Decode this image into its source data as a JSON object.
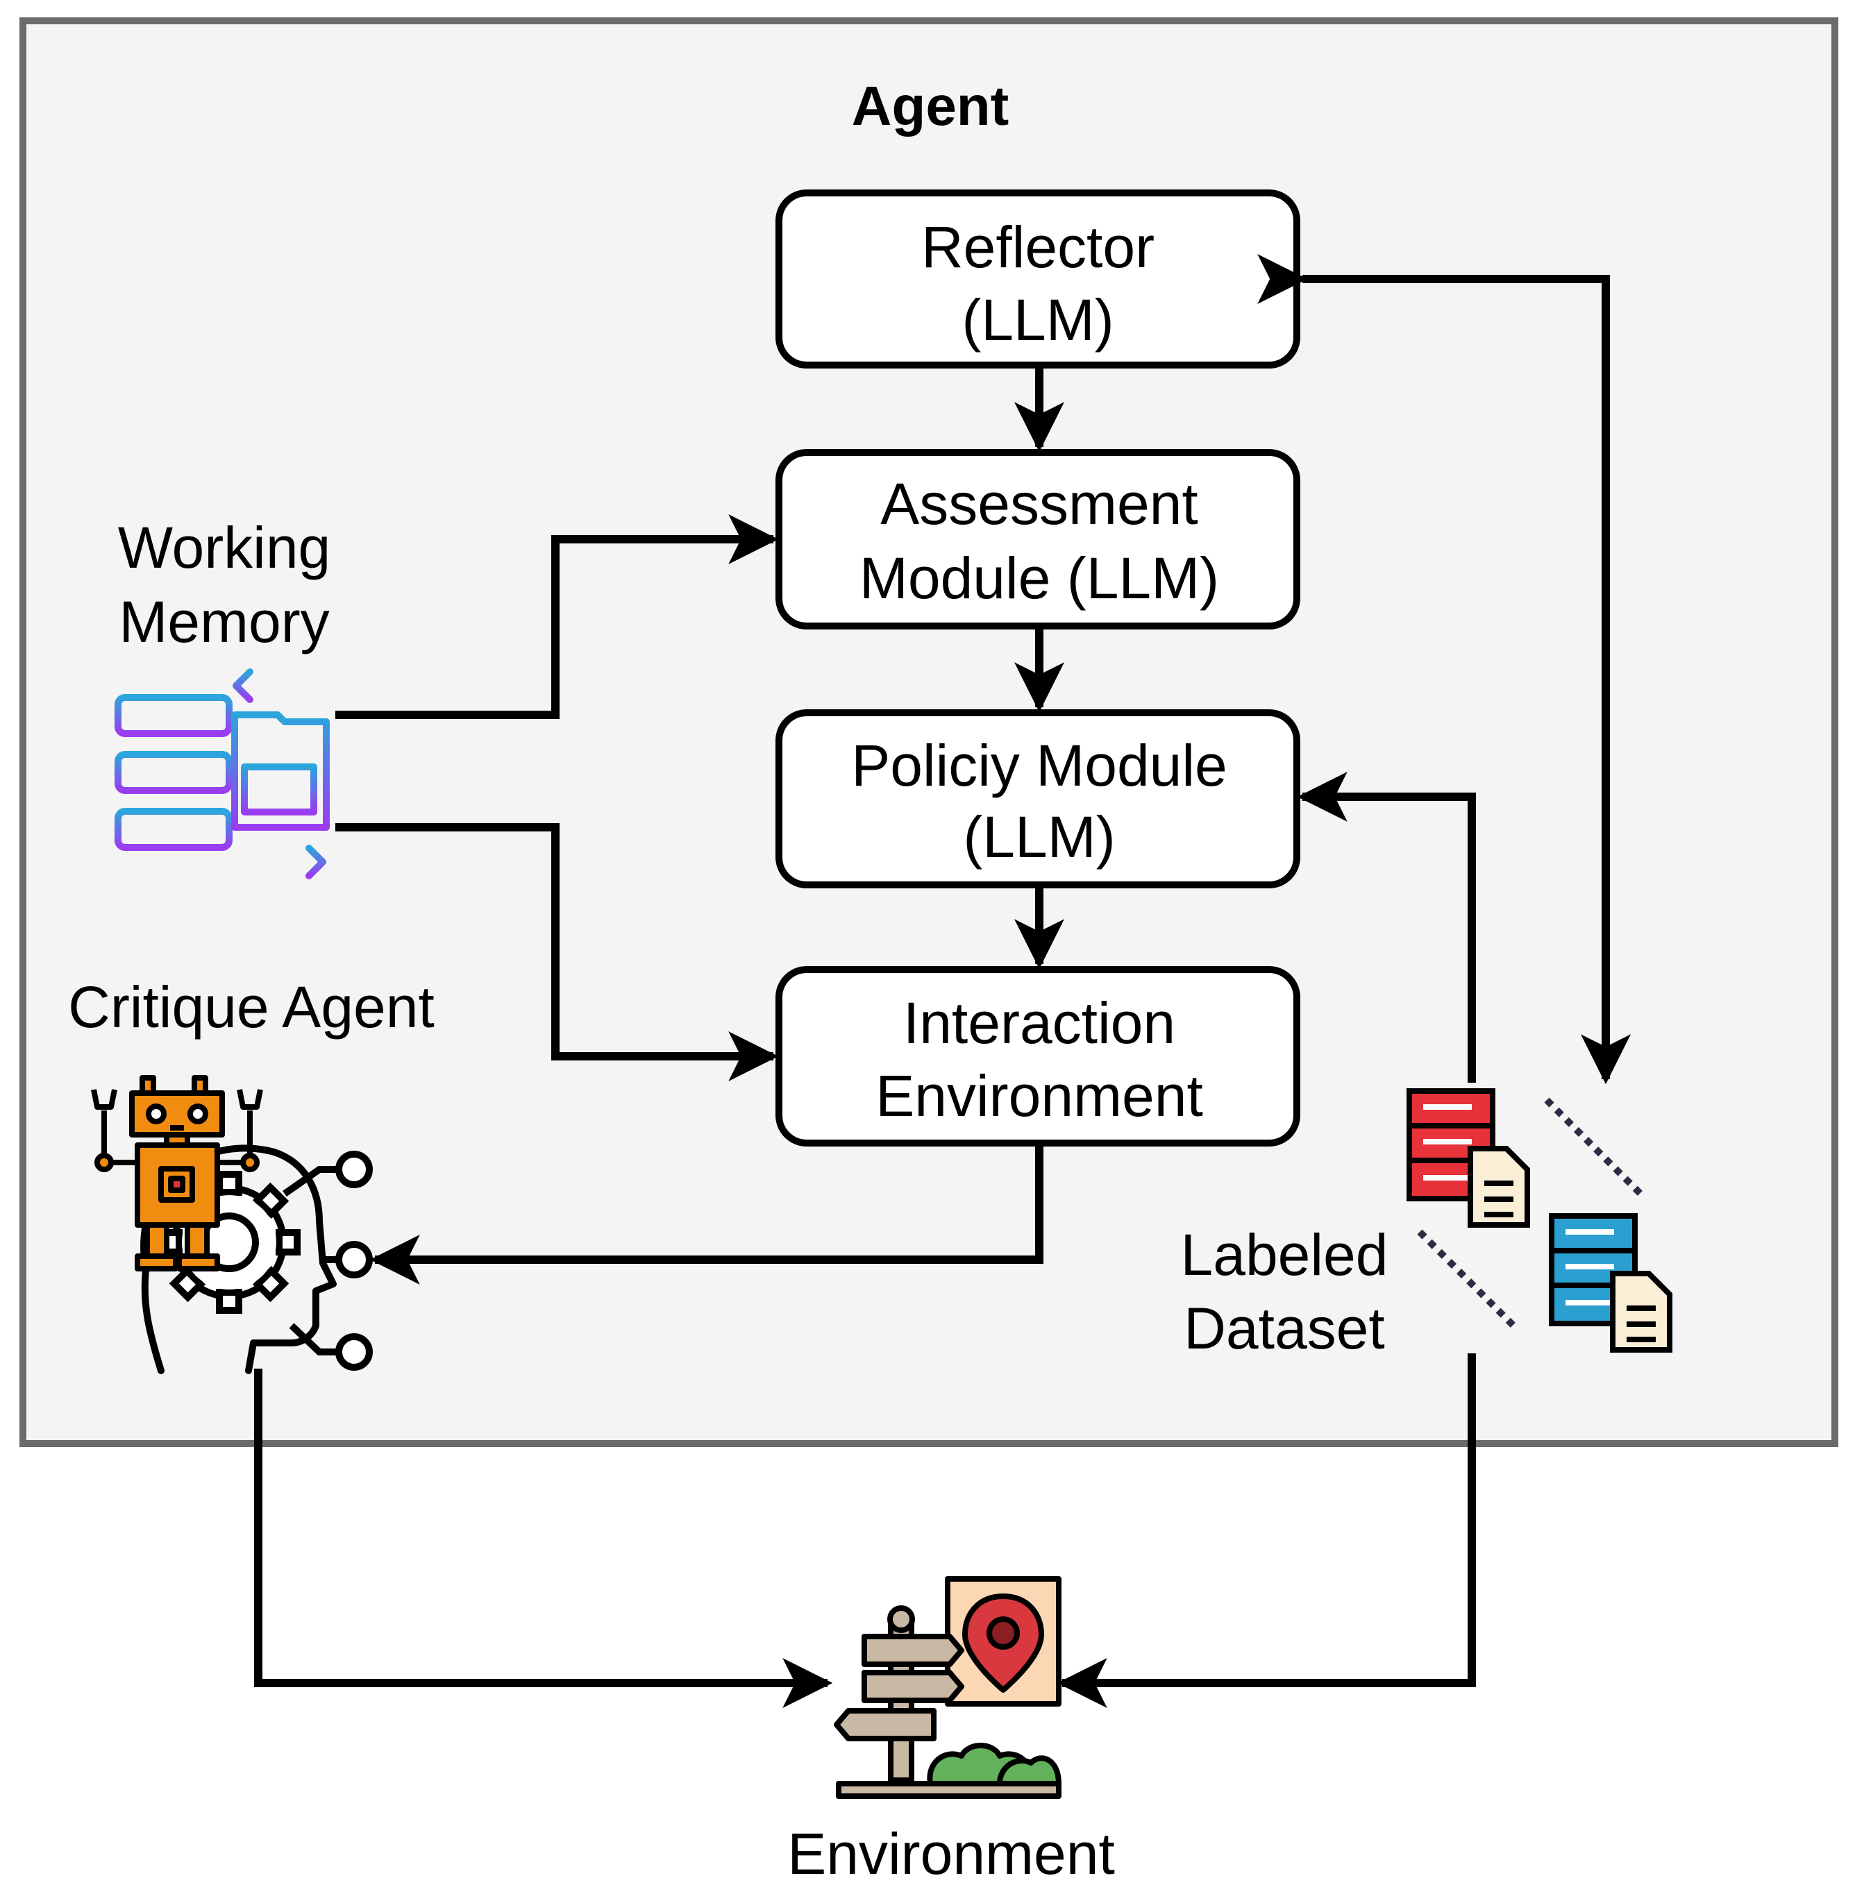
{
  "agent_panel": {
    "title": "Agent"
  },
  "modules": {
    "reflector": {
      "line1": "Reflector",
      "line2": "(LLM)"
    },
    "assessment": {
      "line1": "Assessment",
      "line2": "Module (LLM)"
    },
    "policy": {
      "line1": "Policiy Module",
      "line2": "(LLM)"
    },
    "interaction": {
      "line1": "Interaction",
      "line2": "Environment"
    }
  },
  "working_memory": {
    "line1": "Working",
    "line2": "Memory"
  },
  "critique_agent": {
    "label": "Critique Agent"
  },
  "labeled_dataset": {
    "line1": "Labeled",
    "line2": "Dataset"
  },
  "environment": {
    "label": "Environment"
  },
  "icons": {
    "memory": "server-folder-icon",
    "critique": "robot-head-gear-icon",
    "dataset": "database-document-icon",
    "environment": "signpost-map-pin-icon"
  },
  "colors": {
    "panel_fill": "#f4f4f4",
    "panel_border": "#6b6b6b",
    "stroke": "#000000",
    "memory_gradient_start": "#2ba6dc",
    "memory_gradient_end": "#9b3cf0",
    "robot_orange": "#f08c10",
    "dataset_red": "#e63238",
    "dataset_blue": "#2a9fd0",
    "doc_cream": "#fbeed7",
    "env_pin": "#d9393e",
    "env_paper": "#fbd7b4",
    "env_bush": "#63b15b",
    "env_wood": "#c9b8a4"
  }
}
